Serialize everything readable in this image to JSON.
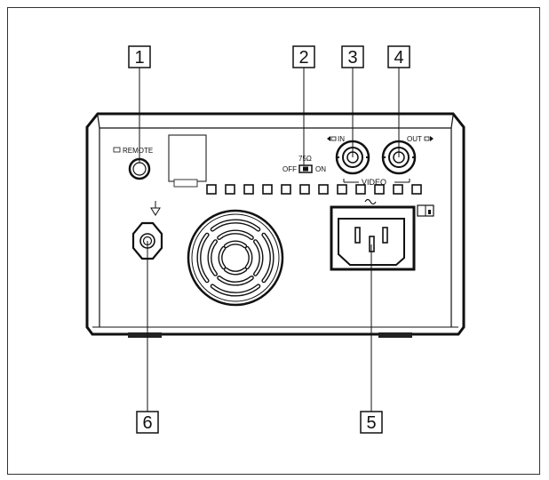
{
  "diagram": {
    "callouts": [
      {
        "id": "1",
        "label": "1"
      },
      {
        "id": "2",
        "label": "2"
      },
      {
        "id": "3",
        "label": "3"
      },
      {
        "id": "4",
        "label": "4"
      },
      {
        "id": "5",
        "label": "5"
      },
      {
        "id": "6",
        "label": "6"
      }
    ],
    "panel_text": {
      "remote": "REMOTE",
      "ohm": "75Ω",
      "off": "OFF",
      "on": "ON",
      "in": "IN",
      "out": "OUT",
      "video": "VIDEO"
    }
  }
}
